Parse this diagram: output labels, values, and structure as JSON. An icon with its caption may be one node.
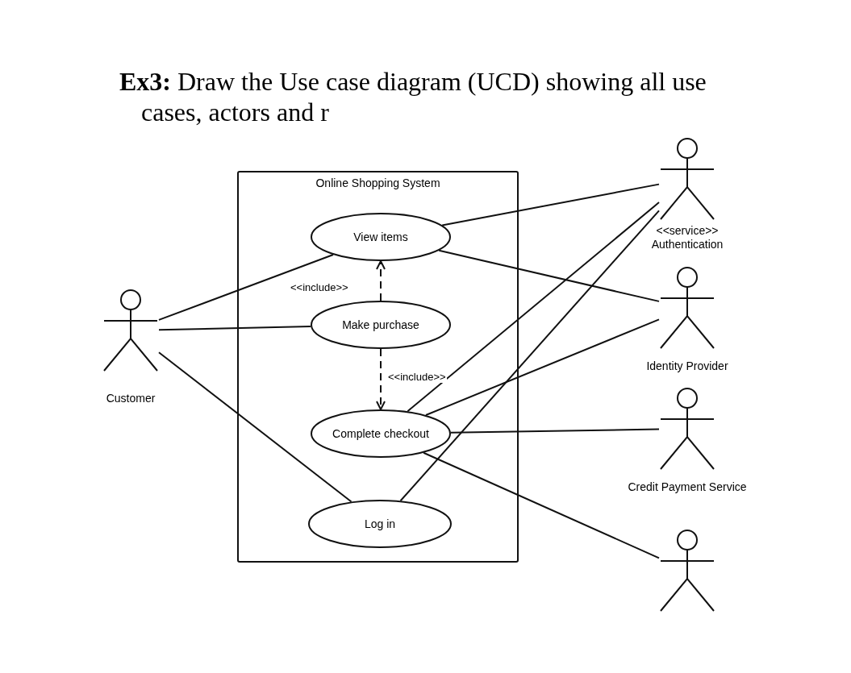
{
  "diagram": {
    "title": "**Ex3:** Draw the Use case diagram (UCD) showing all use cases, actors and r",
    "nodes": [
      {
        "text": [
          "Online Shopping System"
        ]
      },
      {
        "text": [
          "View items"
        ],
        "in": 0
      },
      {
        "text": [
          "Make purchase"
        ],
        "in": 0
      },
      {
        "text": [
          "Complete checkout"
        ],
        "in": 0
      },
      {
        "text": [
          "Log in"
        ],
        "in": 0
      },
      {
        "text": [
          "Customer"
        ]
      },
      {
        "text": [
          "<<service>> Authentication"
        ]
      },
      {
        "text": [
          "Identity Provider"
        ]
      },
      {
        "text": [
          "Credit Payment Service"
        ]
      },
      {
        "text": [],
        "shape": "person"
      }
    ],
    "edges": [
      {
        "from": 5,
        "to": 1,
        "arrow": "none"
      },
      {
        "from": 5,
        "to": 2,
        "arrow": "none"
      },
      {
        "from": 5,
        "to": 4,
        "arrow": "none"
      },
      {
        "from": 2,
        "to": 1,
        "arrow": "to",
        "style": "dashed",
        "label": "<<include>>"
      },
      {
        "from": 2,
        "to": 3,
        "arrow": "to",
        "style": "dashed",
        "label": "<<include>>"
      },
      {
        "from": 1,
        "to": 6,
        "arrow": "none"
      },
      {
        "from": 1,
        "to": 7,
        "arrow": "none"
      },
      {
        "from": 3,
        "to": 6,
        "arrow": "none"
      },
      {
        "from": 3,
        "to": 7,
        "arrow": "none"
      },
      {
        "from": 3,
        "to": 8,
        "arrow": "none"
      },
      {
        "from": 3,
        "to": 9,
        "arrow": "none"
      },
      {
        "from": 4,
        "to": 6,
        "arrow": "none"
      }
    ]
  }
}
